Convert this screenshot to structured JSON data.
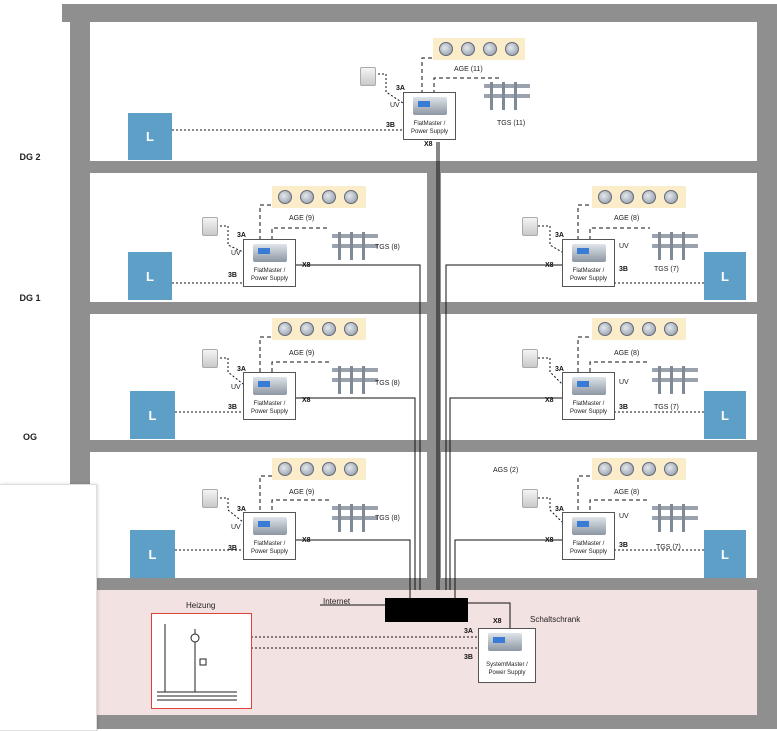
{
  "floors": {
    "dg2": "DG 2",
    "dg1": "DG 1",
    "og": "OG"
  },
  "room_label": "L",
  "labels": {
    "age_top": "AGE (11)",
    "tgs_top": "TGS (11)",
    "age9": "AGE (9)",
    "age8": "AGE (8)",
    "tgs8": "TGS (8)",
    "tgs7": "TGS (7)",
    "ags": "AGS (2)",
    "uv": "UV",
    "port_3a": "3A",
    "port_3b": "3B",
    "port_x8": "X8",
    "internet": "Internet",
    "cabinet": "Schaltschrank",
    "heating": "Heizung",
    "flatmaster_line1": "FlatMaster /",
    "flatmaster_line2": "Power Supply",
    "systemmaster_line1": "SystemMaster /",
    "systemmaster_line2": "Power Supply"
  },
  "colors": {
    "wall": "#8f8f8f",
    "room_box": "#5e9fc8",
    "basement": "#f3e2e2",
    "heating_border": "#e0403a",
    "age_bg": "#fbedc9"
  }
}
